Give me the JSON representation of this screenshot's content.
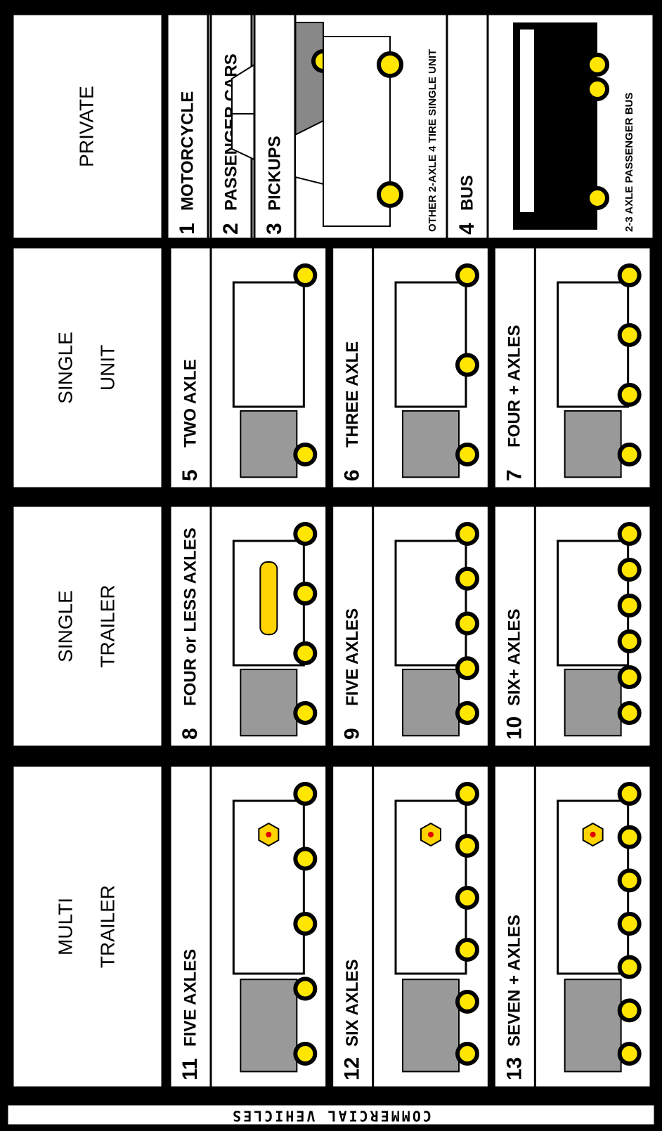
{
  "banner": "COMMERCIAL VEHICLES",
  "rows": [
    {
      "category": [
        "PRIVATE"
      ],
      "classes": [
        {
          "num": "1",
          "title": "MOTORCYCLE",
          "caption": ""
        },
        {
          "num": "2",
          "title": "PASSENGER CARS",
          "caption": ""
        },
        {
          "num": "3",
          "title": "PICKUPS",
          "caption": "OTHER 2-AXLE 4 TIRE SINGLE UNIT"
        },
        {
          "num": "4",
          "title": "BUS",
          "caption": "2-3 AXLE PASSENGER BUS"
        }
      ]
    },
    {
      "category": [
        "SINGLE",
        "UNIT"
      ],
      "classes": [
        {
          "num": "5",
          "title": "TWO AXLE",
          "caption": ""
        },
        {
          "num": "6",
          "title": "THREE AXLE",
          "caption": ""
        },
        {
          "num": "7",
          "title": "FOUR +   AXLES",
          "caption": ""
        }
      ]
    },
    {
      "category": [
        "SINGLE",
        "TRAILER"
      ],
      "classes": [
        {
          "num": "8",
          "title": "FOUR or LESS  AXLES",
          "caption": ""
        },
        {
          "num": "9",
          "title": "FIVE AXLES",
          "caption": ""
        },
        {
          "num": "10",
          "title": "SIX+  AXLES",
          "caption": ""
        }
      ]
    },
    {
      "category": [
        "MULTI",
        "TRAILER"
      ],
      "classes": [
        {
          "num": "11",
          "title": "FIVE AXLES",
          "caption": ""
        },
        {
          "num": "12",
          "title": "SIX AXLES",
          "caption": ""
        },
        {
          "num": "13",
          "title": "SEVEN +   AXLES",
          "caption": ""
        }
      ]
    }
  ],
  "colors": {
    "wheel": "#ffe600",
    "hazmat": "#ffd400",
    "hazmat_dot": "#e00000",
    "panel": "#ffffff"
  }
}
